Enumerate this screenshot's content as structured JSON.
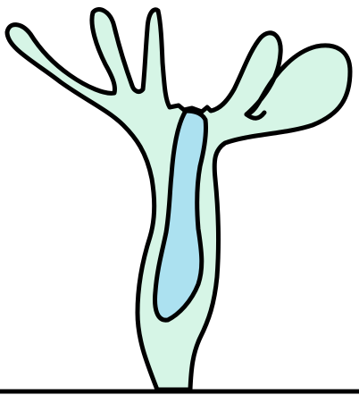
{
  "diagram": {
    "colors": {
      "background": "#ffffff",
      "outline": "#000000",
      "body_fill": "#d6f5e6",
      "cavity_fill": "#ace1f0"
    },
    "parts": [
      "left-tentacle",
      "upper-left-tentacle",
      "center-tentacle",
      "right-small-tentacle",
      "right-large-tentacle",
      "body-column",
      "gastrovascular-cavity",
      "ground-line"
    ]
  }
}
